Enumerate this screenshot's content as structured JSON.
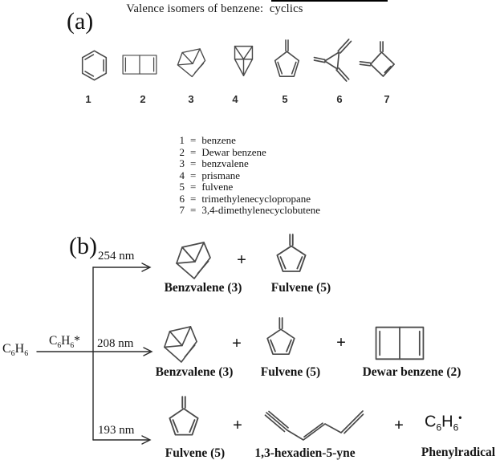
{
  "panel_a": {
    "label": "(a)",
    "title": "Valence isomers of benzene:  cyclics",
    "structure_numbers": [
      "1",
      "2",
      "3",
      "4",
      "5",
      "6",
      "7"
    ],
    "eq_sign": "=",
    "legend": [
      {
        "num": "1",
        "name": "benzene"
      },
      {
        "num": "2",
        "name": "Dewar benzene"
      },
      {
        "num": "3",
        "name": "benzvalene"
      },
      {
        "num": "4",
        "name": "prismane"
      },
      {
        "num": "5",
        "name": "fulvene"
      },
      {
        "num": "6",
        "name": "trimethylenecyclopropane"
      },
      {
        "num": "7",
        "name": "3,4-dimethylenecyclobutene"
      }
    ]
  },
  "panel_b": {
    "label": "(b)",
    "plus": "+",
    "reactant_formula": [
      [
        "C"
      ],
      [
        "6",
        "sub"
      ],
      [
        "H"
      ],
      [
        "6",
        "sub"
      ]
    ],
    "excited_formula": [
      [
        "C"
      ],
      [
        "6",
        "sub"
      ],
      [
        "H"
      ],
      [
        "6",
        "sub"
      ],
      [
        "*"
      ]
    ],
    "radical_formula": [
      [
        "C"
      ],
      [
        "6",
        "sub"
      ],
      [
        "H"
      ],
      [
        "6",
        "sub"
      ],
      [
        "•",
        "sup"
      ]
    ],
    "branches": [
      {
        "wavelength": "254 nm",
        "products": [
          {
            "label": "Benzvalene (3)"
          },
          {
            "label": "Fulvene (5)"
          }
        ]
      },
      {
        "wavelength": "208 nm",
        "products": [
          {
            "label": "Benzvalene (3)"
          },
          {
            "label": "Fulvene (5)"
          },
          {
            "label": "Dewar benzene (2)"
          }
        ]
      },
      {
        "wavelength": "193 nm",
        "products": [
          {
            "label": "Fulvene (5)"
          },
          {
            "label": "1,3-hexadien-5-yne"
          },
          {
            "label": "Phenylradical"
          }
        ]
      }
    ]
  },
  "colors": {
    "background": "#ffffff",
    "text": "#141414",
    "structure_stroke": "#4a4a4a"
  }
}
